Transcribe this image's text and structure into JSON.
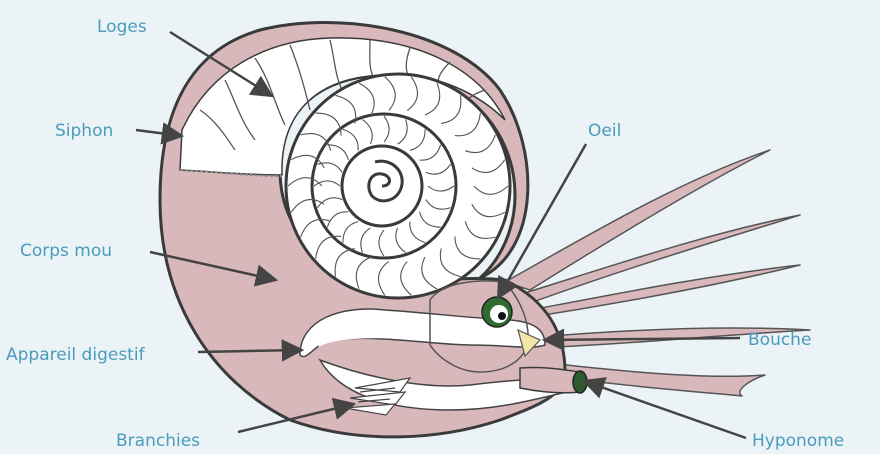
{
  "labels": {
    "loges": "Loges",
    "siphon": "Siphon",
    "corps_mou": "Corps mou",
    "appareil_digestif": "Appareil digestif",
    "branchies": "Branchies",
    "oeil": "Oeil",
    "bouche": "Bouche",
    "hyponome": "Hyponome"
  },
  "colors": {
    "background": "#ebf3f6",
    "label_text": "#4a9cbc",
    "body_pink": "#d9b8bb",
    "outline": "#3a3a3a",
    "mouth": "#f2e6a6",
    "eye": "#2f6b2f"
  }
}
